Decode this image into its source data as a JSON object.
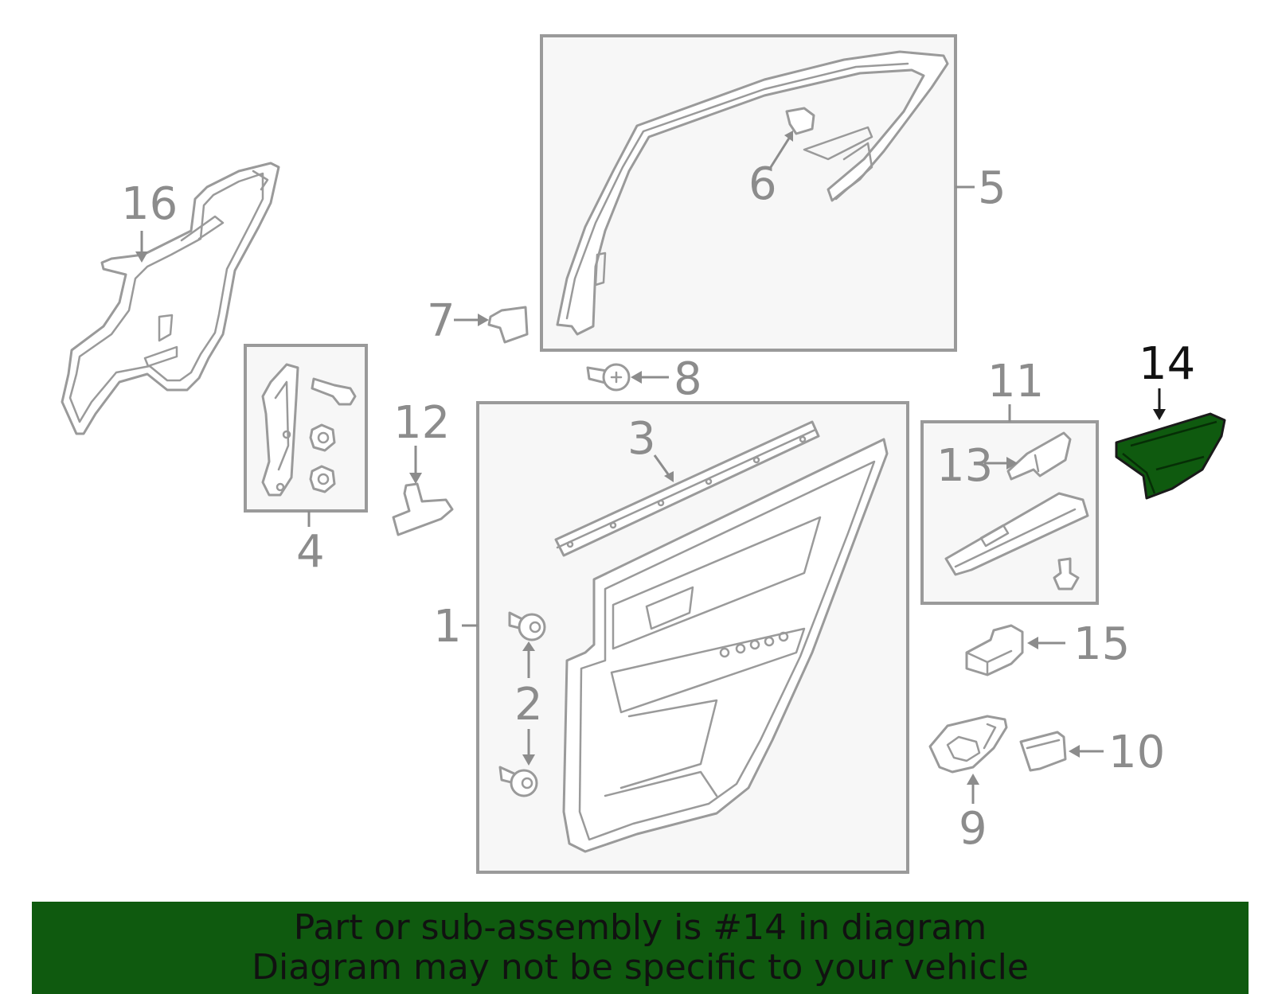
{
  "diagram": {
    "callouts": {
      "c1": "1",
      "c2": "2",
      "c3": "3",
      "c4": "4",
      "c5": "5",
      "c6": "6",
      "c7": "7",
      "c8": "8",
      "c9": "9",
      "c10": "10",
      "c11": "11",
      "c12": "12",
      "c13": "13",
      "c14": "14",
      "c15": "15",
      "c16": "16"
    },
    "highlighted_part": "14",
    "highlight_color": "#0f5a0f",
    "line_color": "#9a9a9a"
  },
  "banner": {
    "line1": "Part or sub-assembly is #14 in diagram",
    "line2": "Diagram may not be specific to your vehicle"
  }
}
